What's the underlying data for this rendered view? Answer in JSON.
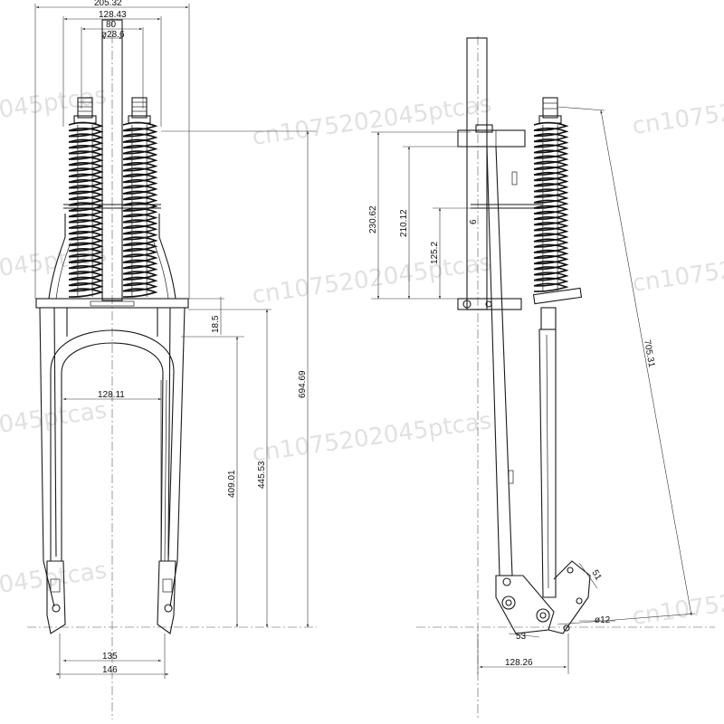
{
  "front_view": {
    "dims": {
      "top_width": "205.32",
      "spring_span": "128.43",
      "stem_span": "80",
      "steerer_diameter": "ø28.6",
      "overall_height": "694.69",
      "crown_thickness": "18.5",
      "arch_width": "128.11",
      "crown_to_axle_a": "409.01",
      "crown_to_axle_b": "445.53",
      "dropout_inner": "135",
      "dropout_outer": "146"
    }
  },
  "side_view": {
    "dims": {
      "height_a": "230.62",
      "height_b": "210.12",
      "height_c": "125.2",
      "small_gap": "6",
      "diagonal_length": "705.31",
      "link_dim_a": "51",
      "link_dim_b": "53",
      "bolt_diameter": "ø12",
      "offset": "128.26"
    }
  },
  "watermarks": [
    "cn1075202045ptcas",
    "cn1075202045ptcas",
    "cn1075202045ptcas",
    "cn10752",
    "cn10752",
    "cn10752",
    "045ptcas",
    "045ptcas",
    "045ptcas",
    "045ptcas"
  ]
}
